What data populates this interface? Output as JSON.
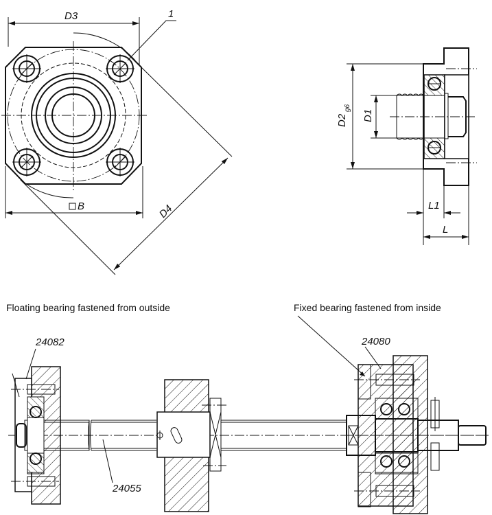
{
  "front_view": {
    "dim_top": "D3",
    "dim_bottom_symbol": "□",
    "dim_bottom": "B",
    "dim_diagonal": "D4",
    "callout": "1"
  },
  "side_view": {
    "dim_d2": "D2",
    "dim_d2_tolerance": "g6",
    "dim_d1": "D1",
    "dim_l1": "L1",
    "dim_l": "L"
  },
  "assembly": {
    "caption_left": "Floating bearing fastened from outside",
    "caption_right": "Fixed bearing fastened from inside",
    "part_floating": "24082",
    "part_fixed": "24080",
    "part_spindle": "24055"
  }
}
